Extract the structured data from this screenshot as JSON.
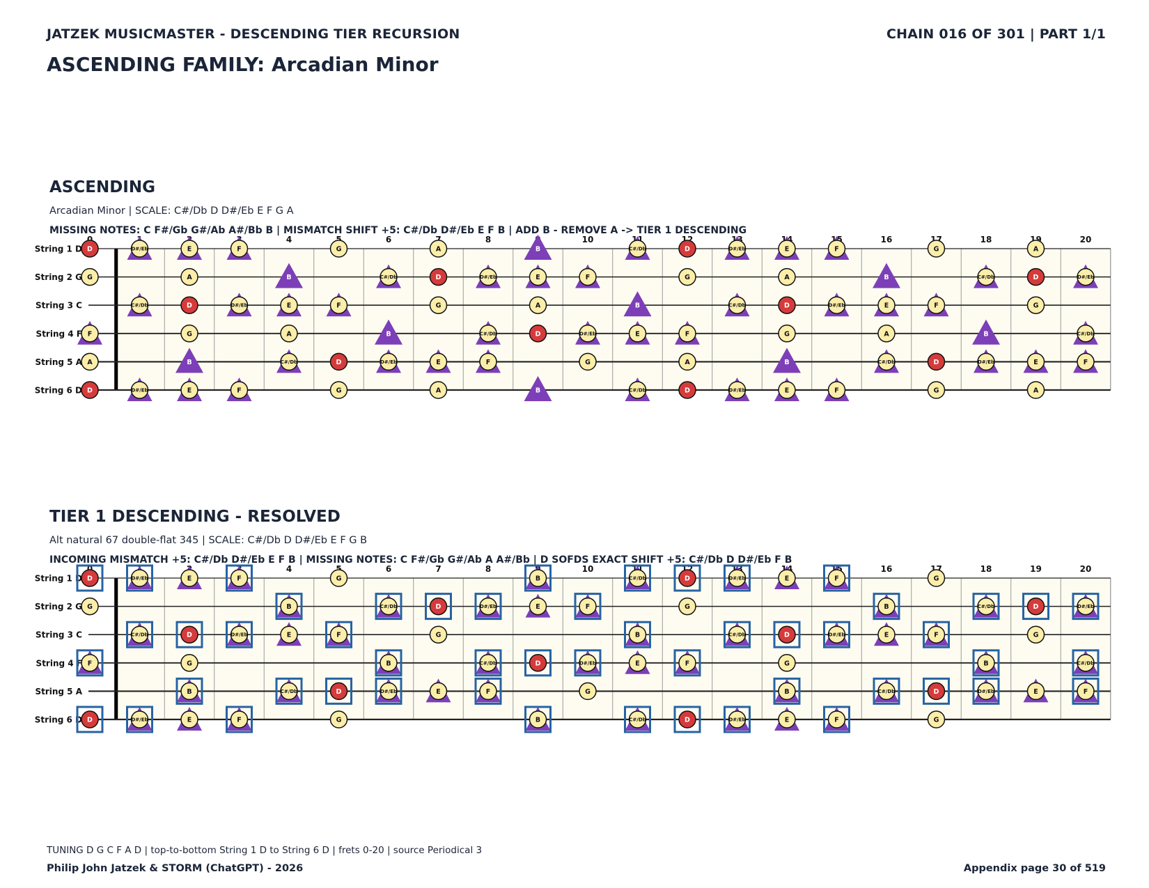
{
  "header": {
    "left": "JATZEK MUSICMASTER - DESCENDING TIER RECURSION",
    "right": "CHAIN 016 OF 301  |  PART 1/1",
    "title": "ASCENDING FAMILY: Arcadian Minor"
  },
  "footer": {
    "tuning_line": "TUNING D G C F A D | top-to-bottom String 1 D to String 6 D | frets 0-20 | source Periodical 3",
    "authors": "Philip John Jatzek & STORM (ChatGPT) - 2026",
    "page": "Appendix page 30 of 519"
  },
  "colors": {
    "root_fill": "#d63b3b",
    "note_fill": "#fbeeaa",
    "triangle": "#7d3fb8",
    "box": "#2763a3",
    "board_bg": "#fefcf1",
    "text": "#1b2538"
  },
  "fretboard": {
    "tuning": [
      "D",
      "G",
      "C",
      "F",
      "A",
      "D"
    ],
    "string_labels": [
      "String 1 D",
      "String 2 G",
      "String 3 C",
      "String 4 F",
      "String 5 A",
      "String 6 D"
    ],
    "fret_numbers": [
      "0",
      "1",
      "2",
      "3",
      "4",
      "5",
      "6",
      "7",
      "8",
      "9",
      "10",
      "11",
      "12",
      "13",
      "14",
      "15",
      "16",
      "17",
      "18",
      "19",
      "20"
    ],
    "chromatic": [
      "C",
      "C#/Db",
      "D",
      "D#/Eb",
      "E",
      "F",
      "F#/Gb",
      "G",
      "G#/Ab",
      "A",
      "A#/Bb",
      "B"
    ]
  },
  "panels": [
    {
      "name": "ascending",
      "title": "ASCENDING",
      "subtitle": "Arcadian Minor  |  SCALE: C#/Db D D#/Eb E F G A",
      "info": "MISSING NOTES: C F#/Gb G#/Ab A#/Bb B  |  MISMATCH SHIFT +5: C#/Db D#/Eb E F B  |  ADD B - REMOVE A -> TIER 1 DESCENDING",
      "scale": [
        "C#/Db",
        "D",
        "D#/Eb",
        "E",
        "F",
        "G",
        "A"
      ],
      "root": "D",
      "triangles": [
        "C#/Db",
        "D#/Eb",
        "E",
        "F",
        "B"
      ],
      "boxes": []
    },
    {
      "name": "tier1",
      "title": "TIER 1 DESCENDING - RESOLVED",
      "subtitle": "Alt natural 67 double-flat 345  |  SCALE: C#/Db D D#/Eb E F G B",
      "info": "INCOMING MISMATCH +5: C#/Db D#/Eb E F B  |  MISSING NOTES: C F#/Gb G#/Ab A A#/Bb  |  D SOFDS EXACT SHIFT +5: C#/Db D D#/Eb F B",
      "scale": [
        "C#/Db",
        "D",
        "D#/Eb",
        "E",
        "F",
        "G",
        "B"
      ],
      "root": "D",
      "triangles": [
        "C#/Db",
        "D#/Eb",
        "E",
        "F",
        "B"
      ],
      "boxes": [
        "C#/Db",
        "D",
        "D#/Eb",
        "F",
        "B"
      ]
    }
  ]
}
